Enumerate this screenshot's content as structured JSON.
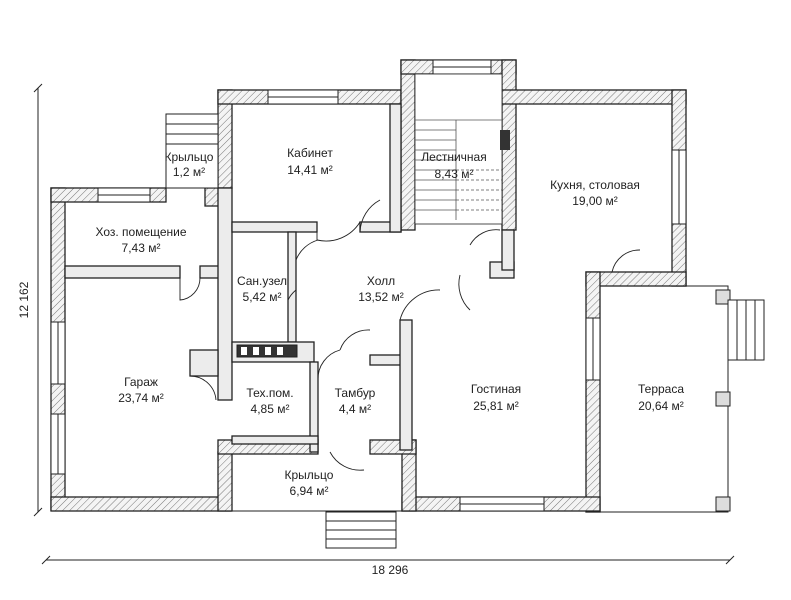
{
  "plan": {
    "dimensions": {
      "width": "18 296",
      "height": "12 162"
    },
    "rooms": [
      {
        "name": "Крыльцо",
        "area": "1,2 м²"
      },
      {
        "name": "Кабинет",
        "area": "14,41 м²"
      },
      {
        "name": "Лестничная",
        "area": "8,43 м²"
      },
      {
        "name": "Кухня, столовая",
        "area": "19,00 м²"
      },
      {
        "name": "Хоз. помещение",
        "area": "7,43 м²"
      },
      {
        "name": "Сан.узел",
        "area": "5,42 м²"
      },
      {
        "name": "Холл",
        "area": "13,52 м²"
      },
      {
        "name": "Гараж",
        "area": "23,74 м²"
      },
      {
        "name": "Тех.пом.",
        "area": "4,85 м²"
      },
      {
        "name": "Тамбур",
        "area": "4,4 м²"
      },
      {
        "name": "Гостиная",
        "area": "25,81 м²"
      },
      {
        "name": "Терраса",
        "area": "20,64 м²"
      },
      {
        "name": "Крыльцо",
        "area": "6,94 м²"
      }
    ]
  }
}
